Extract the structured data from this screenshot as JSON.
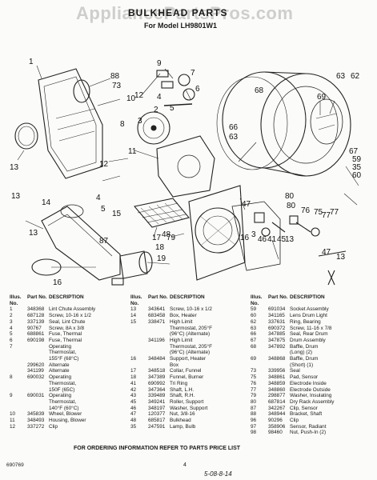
{
  "watermark": "AppliancePartsPros.com",
  "header": {
    "title": "BULKHEAD PARTS",
    "model": "For Model LH9801W1"
  },
  "callouts": [
    "1",
    "88",
    "73",
    "10",
    "12",
    "9",
    "7",
    "6",
    "4",
    "5",
    "3",
    "8",
    "2",
    "11",
    "13",
    "13",
    "12",
    "79",
    "4",
    "5",
    "15",
    "14",
    "48",
    "17",
    "18",
    "87",
    "19",
    "13",
    "16",
    "68",
    "69",
    "63",
    "62",
    "66",
    "63",
    "67",
    "59",
    "35",
    "60",
    "80",
    "80",
    "76",
    "75",
    "77",
    "77",
    "47",
    "3",
    "16",
    "46",
    "41",
    "45",
    "13",
    "47",
    "13"
  ],
  "table": {
    "headers": {
      "illus": "Illus. No.",
      "part": "Part No.",
      "desc": "DESCRIPTION"
    },
    "col1": [
      [
        "1",
        "348368",
        "Lint Chute Assembly"
      ],
      [
        "2",
        "687128",
        "Screw, 10-16 x 1/2"
      ],
      [
        "3",
        "337139",
        "Seal, Lint Chute"
      ],
      [
        "4",
        "90767",
        "Screw, 8A x 3/8"
      ],
      [
        "5",
        "688861",
        "Fuse, Thermal"
      ],
      [
        "6",
        "690198",
        "Fuse, Thermal"
      ],
      [
        "7",
        "",
        "Operating"
      ],
      [
        "",
        "",
        "Thermostat,"
      ],
      [
        "",
        "",
        "155°F (68°C)"
      ],
      [
        "",
        "299620",
        "Alternate"
      ],
      [
        "",
        "341199",
        "Alternate"
      ],
      [
        "8",
        "690032",
        "Operating"
      ],
      [
        "",
        "",
        "Thermostat,"
      ],
      [
        "",
        "",
        "150F (65C)"
      ],
      [
        "9",
        "690031",
        "Operating"
      ],
      [
        "",
        "",
        "Thermostat,"
      ],
      [
        "",
        "",
        "140°F (60°C)"
      ],
      [
        "10",
        "345839",
        "Wheel, Blower"
      ],
      [
        "11",
        "348493",
        "Housing, Blower"
      ],
      [
        "12",
        "337272",
        "Clip"
      ]
    ],
    "col2": [
      [
        "13",
        "343641",
        "Screw, 10-16 x 1/2"
      ],
      [
        "14",
        "683458",
        "Box, Heater"
      ],
      [
        "15",
        "338471",
        "High Limit"
      ],
      [
        "",
        "",
        "Thermostat, 205°F"
      ],
      [
        "",
        "",
        "(96°C) (Alternate)"
      ],
      [
        "",
        "341196",
        "High Limit"
      ],
      [
        "",
        "",
        "Thermostat, 205°F"
      ],
      [
        "",
        "",
        "(96°C) (Alternate)"
      ],
      [
        "16",
        "348484",
        "Support, Heater"
      ],
      [
        "",
        "",
        "Box"
      ],
      [
        "17",
        "348518",
        "Collar, Funnel"
      ],
      [
        "18",
        "347389",
        "Funnel, Burner"
      ],
      [
        "41",
        "690992",
        "Tri Ring"
      ],
      [
        "42",
        "347364",
        "Shaft, L.H."
      ],
      [
        "43",
        "339489",
        "Shaft, R.H."
      ],
      [
        "45",
        "349241",
        "Roller, Support"
      ],
      [
        "46",
        "348197",
        "Washer, Support"
      ],
      [
        "47",
        "120377",
        "Nut, 3/8-16"
      ],
      [
        "48",
        "685817",
        "Bulkhead"
      ],
      [
        "35",
        "247591",
        "Lamp, Bulb"
      ]
    ],
    "col3": [
      [
        "59",
        "691034",
        "Socket Assembly"
      ],
      [
        "60",
        "341165",
        "Lens Drum Light"
      ],
      [
        "62",
        "337631",
        "Ring, Bearing"
      ],
      [
        "63",
        "690372",
        "Screw, 11-16 x 7/8"
      ],
      [
        "66",
        "347885",
        "Seal, Rear Drum"
      ],
      [
        "67",
        "347875",
        "Drum Assembly"
      ],
      [
        "68",
        "347892",
        "Baffle, Drum"
      ],
      [
        "",
        "",
        "(Long) (2)"
      ],
      [
        "69",
        "348868",
        "Baffle, Drum"
      ],
      [
        "",
        "",
        "(Short) (1)"
      ],
      [
        "73",
        "339956",
        "Seal"
      ],
      [
        "75",
        "348861",
        "Pad, Sensor"
      ],
      [
        "76",
        "348859",
        "Electrode Inside"
      ],
      [
        "77",
        "348860",
        "Electrode Outside"
      ],
      [
        "79",
        "298877",
        "Washer, Insulating"
      ],
      [
        "80",
        "687814",
        "Dry Rack Assembly"
      ],
      [
        "87",
        "342267",
        "Clip, Sensor"
      ],
      [
        "88",
        "348944",
        "Bracket, Shaft"
      ],
      [
        "96",
        "90296",
        "Clip"
      ],
      [
        "97",
        "358906",
        "Sensor, Radiant"
      ],
      [
        "98",
        "98460",
        "Nut, Push-In (2)"
      ]
    ]
  },
  "footer": {
    "order_note": "FOR ORDERING INFORMATION REFER TO PARTS PRICE LIST",
    "doc_code": "690769",
    "page_number": "4",
    "date_stamp": "5-08-8-14"
  }
}
